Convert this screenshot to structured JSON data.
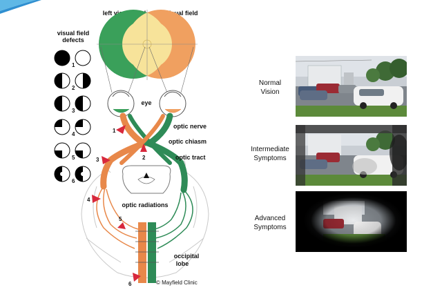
{
  "diagram": {
    "defects_title_line1": "visual field",
    "defects_title_line2": "defects",
    "left_visual_field": "left visual field",
    "right_visual_field": "right visual field",
    "eye_label": "eye",
    "optic_nerve_label": "optic nerve",
    "optic_chiasm_label": "optic chiasm",
    "optic_tract_label": "optic tract",
    "optic_radiations_label": "optic radiations",
    "occipital_line1": "occipital",
    "occipital_line2": "lobe",
    "credit": "© Mayfield Clinic",
    "markers": [
      "1",
      "2",
      "3",
      "4",
      "5",
      "6"
    ],
    "defect_numbers": [
      "1",
      "2",
      "3",
      "4",
      "5",
      "6"
    ],
    "colors": {
      "left_field": "#3aa05a",
      "right_field": "#f0a060",
      "overlap": "#f7e39a",
      "arrow": "#d8283c",
      "tract_green": "#2e8b57",
      "tract_orange": "#e8884a"
    }
  },
  "comparison": {
    "normal_line1": "Normal",
    "normal_line2": "Vision",
    "intermediate_line1": "Intermediate",
    "intermediate_line2": "Symptoms",
    "advanced_line1": "Advanced",
    "advanced_line2": "Symptoms"
  }
}
